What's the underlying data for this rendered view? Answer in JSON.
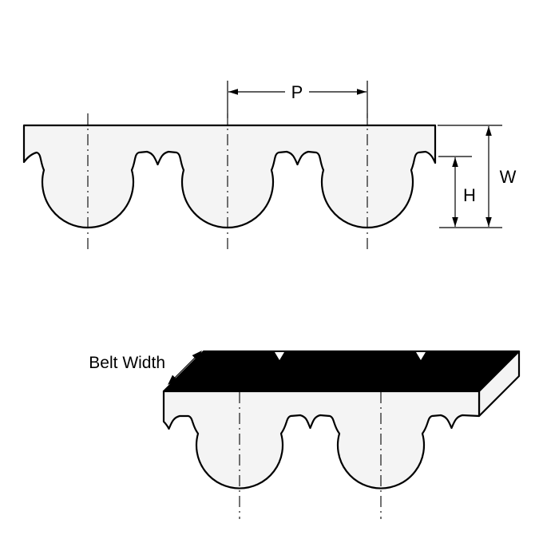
{
  "labels": {
    "p": "P",
    "w": "W",
    "h": "H",
    "belt_width": "Belt Width"
  },
  "colors": {
    "line": "#000000",
    "belt_fill": "#f4f4f4",
    "top_face": "#000000",
    "background": "#ffffff"
  }
}
